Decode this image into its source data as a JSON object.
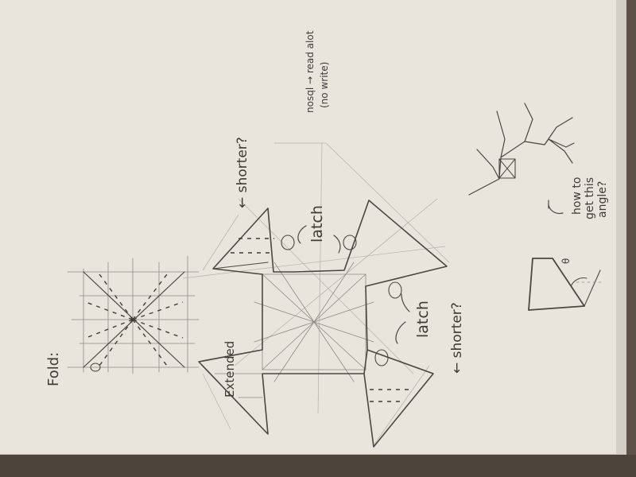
{
  "notebook": {
    "colors": {
      "paper": "#e9e5dd",
      "pencil": "#4a4744",
      "backdrop": "#5e5248"
    }
  },
  "labels": {
    "fold": "Fold:",
    "extended": "Extended",
    "shorter_top": "← shorter?",
    "shorter_bottom": "← shorter?",
    "latch_top": "latch",
    "latch_bottom": "latch",
    "nosql_line1": "nosql → read alot",
    "nosql_line2": "(no write)",
    "angle_q_line1": "how to",
    "angle_q_line2": "get this",
    "angle_q_line3": "angle?",
    "theta": "θ"
  }
}
